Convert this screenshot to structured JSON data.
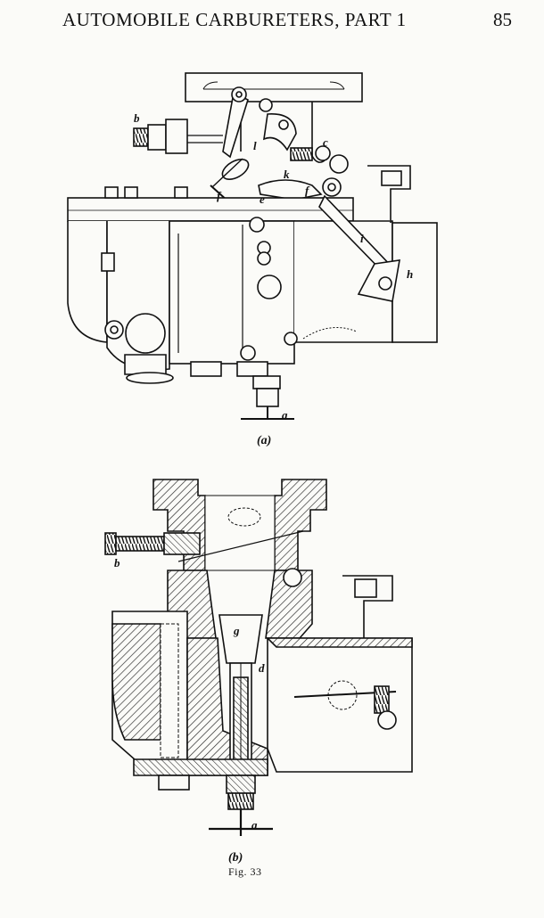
{
  "page": {
    "running_head": "AUTOMOBILE CARBURETERS, PART 1",
    "page_number": "85"
  },
  "figure": {
    "caption": "Fig. 33",
    "view_a": {
      "sublabel": "(a)",
      "part_labels": {
        "a": "a",
        "b": "b",
        "c": "c",
        "e": "e",
        "f1": "f",
        "f2": "f",
        "h": "h",
        "i": "i",
        "k": "k",
        "l": "l"
      }
    },
    "view_b": {
      "sublabel": "(b)",
      "part_labels": {
        "a": "a",
        "b": "b",
        "d": "d",
        "g": "g"
      }
    }
  }
}
